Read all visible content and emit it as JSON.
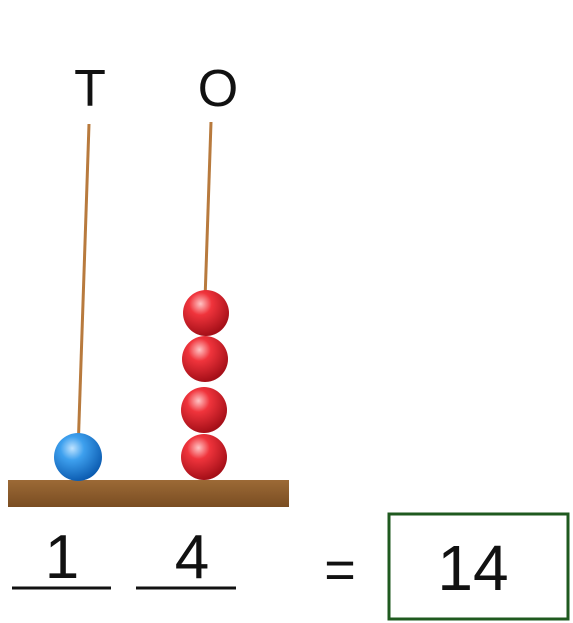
{
  "rods": [
    {
      "label": "T",
      "beads": 1,
      "bead_color": "#1e7fd8"
    },
    {
      "label": "O",
      "beads": 4,
      "bead_color": "#e0202c"
    }
  ],
  "answer": {
    "blanks": [
      "1",
      "4"
    ],
    "equals": "=",
    "result": "14"
  },
  "colors": {
    "rod": "#b87a3d",
    "base": "#8a5a2b",
    "box_border": "#1f5a1f"
  }
}
